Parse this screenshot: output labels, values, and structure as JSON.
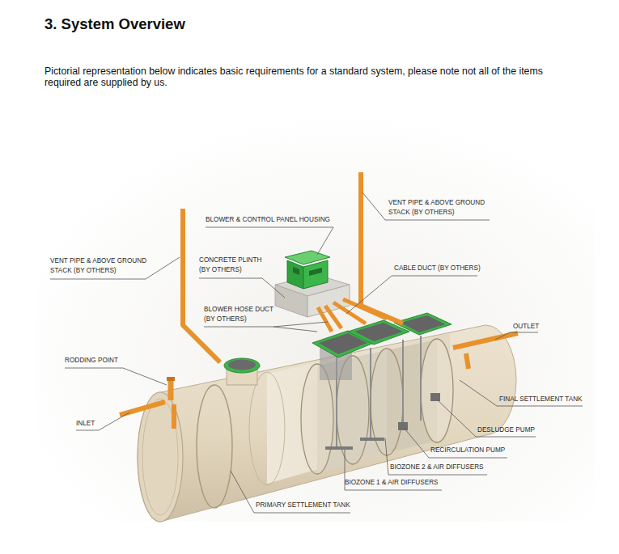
{
  "diagram": {
    "title": "3. System Overview",
    "caption": "Pictorial representation below indicates basic requirements for a standard system, please note not all of the items required are supplied by us.",
    "labels": [
      "VENT PIPE & ABOVE GROUND STACK (BY OTHERS)",
      "BLOWER & CONTROL PANEL HOUSING",
      "VENT PIPE & ABOVE GROUND STACK (BY OTHERS)",
      "CONCRETE PLINTH (BY OTHERS)",
      "CABLE DUCT (BY OTHERS)",
      "BLOWER HOSE DUCT (BY OTHERS)",
      "OUTLET",
      "RODDING POINT",
      "FINAL SETTLEMENT TANK",
      "INLET",
      "DESLUDGE PUMP",
      "RECIRCULATION PUMP",
      "BIOZONE 2 & AIR DIFFUSERS",
      "BIOZONE 1 & AIR DIFFUSERS",
      "PRIMARY SETTLEMENT TANK"
    ]
  }
}
